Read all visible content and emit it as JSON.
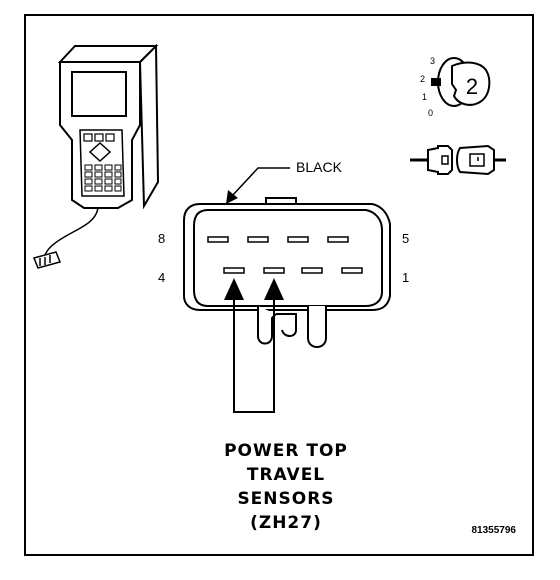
{
  "callout": {
    "black": "BLACK"
  },
  "pins": {
    "p8": "8",
    "p5": "5",
    "p4": "4",
    "p1": "1"
  },
  "key_positions": {
    "k3": "3",
    "k2": "2",
    "k1": "1",
    "k0": "0"
  },
  "key_number": "2",
  "caption": {
    "line1": "POWER TOP",
    "line2": "TRAVEL",
    "line3": "SENSORS",
    "line4": "(ZH27)"
  },
  "figure_id": "81355796"
}
